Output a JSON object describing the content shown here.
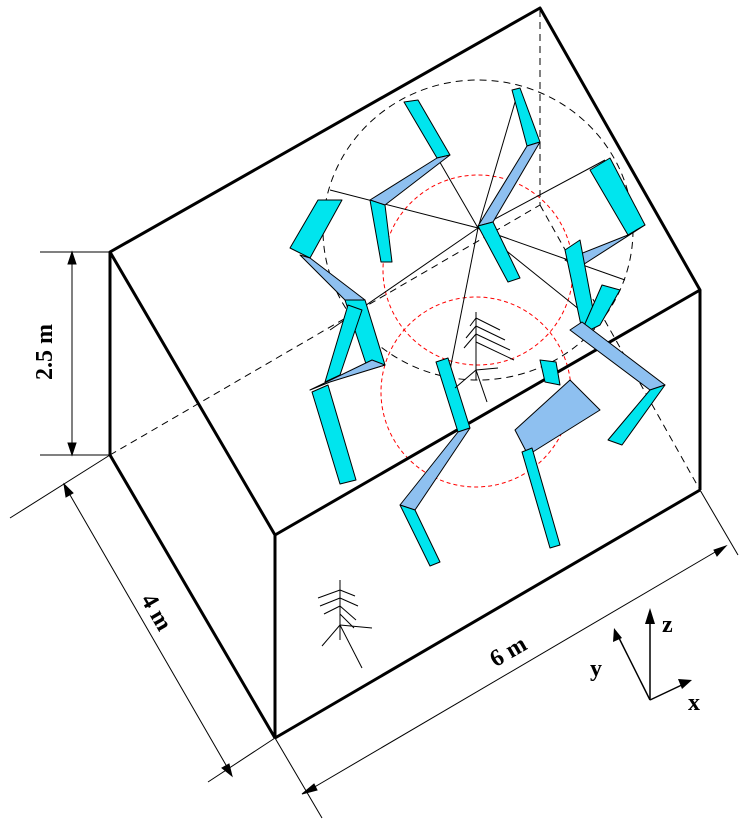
{
  "labels": {
    "height": "2.5 m",
    "depth": "4 m",
    "width": "6 m"
  },
  "axes": {
    "x": "x",
    "y": "y",
    "z": "z"
  },
  "colors": {
    "edge": "#000000",
    "hidden_edge": "#000000",
    "bracket_face": "#00e5ee",
    "bracket_side": "#8ec0f0",
    "circle": "#ff0000"
  },
  "icons": [
    "antenna-icon",
    "antenna-icon"
  ]
}
